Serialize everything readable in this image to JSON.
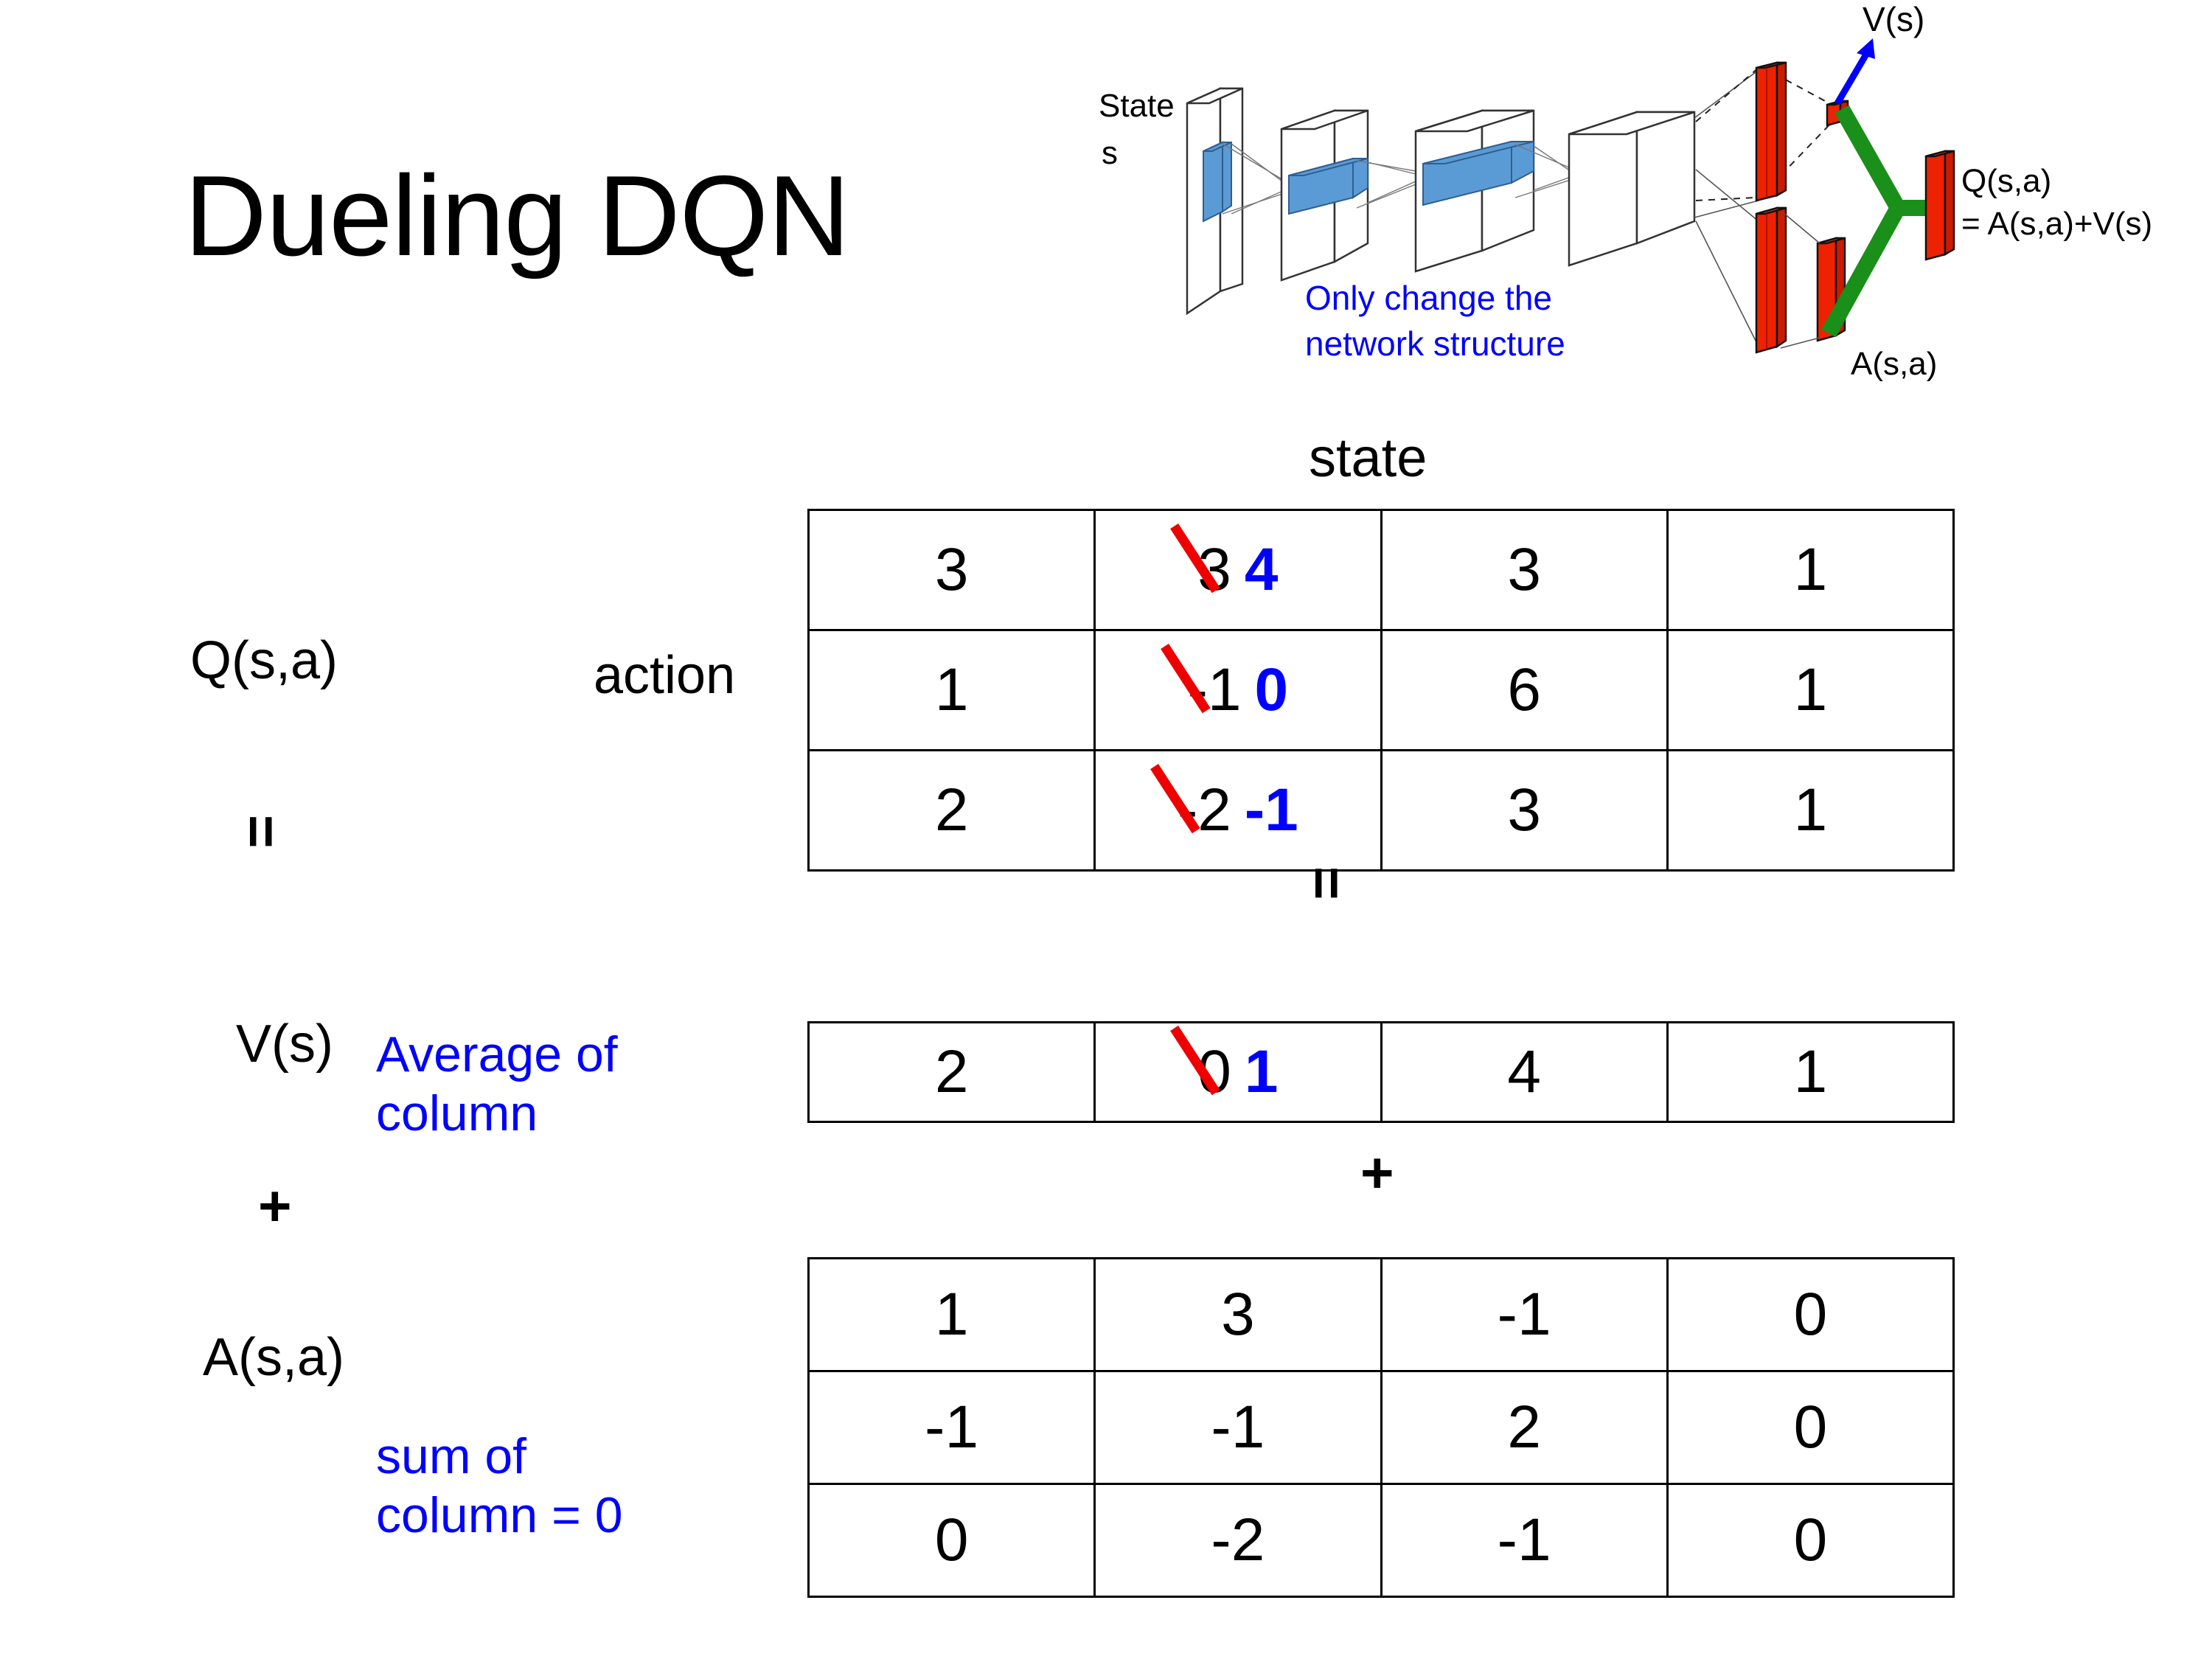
{
  "title": "Dueling DQN",
  "diagram": {
    "input_label_line1": "State",
    "input_label_line2": "s",
    "note": "Only change the\nnetwork structure",
    "note_line1": "Only change the",
    "note_line2": "network structure",
    "value_label": "V(s)",
    "advantage_label": "A(s,a)",
    "output_label_line1": "Q(s,a)",
    "output_label_line2": "= A(s,a)+V(s)",
    "colors": {
      "note": "#0000ff",
      "arrow": "#0000ff",
      "bars": "#ee2200",
      "merge": "#1a8f1a",
      "filters": "#5b9bd5"
    }
  },
  "axes": {
    "state_label": "state",
    "action_label": "action"
  },
  "labels": {
    "q": "Q(s,a)",
    "v": "V(s)",
    "a": "A(s,a)",
    "equals_left": "=",
    "plus_left": "+",
    "equals_middle": "=",
    "plus_middle": "+"
  },
  "notes": {
    "average_line1": "Average of",
    "average_line2": "column",
    "sum_line1": "sum of",
    "sum_line2": "column = 0",
    "color": "#0000ff"
  },
  "chart_data": {
    "type": "table",
    "title": "Dueling DQN value decomposition",
    "xlabel": "state",
    "ylabel": "action",
    "edit_color": "#0000ff",
    "strike_color": "#ee0000",
    "tables": [
      {
        "name": "Q(s,a)",
        "rows": 3,
        "cols": 4,
        "values": [
          [
            "3",
            "3",
            "3",
            "1"
          ],
          [
            "1",
            "-1",
            "6",
            "1"
          ],
          [
            "2",
            "-2",
            "3",
            "1"
          ]
        ],
        "edits": [
          {
            "row": 0,
            "col": 1,
            "old": "3",
            "new": "4"
          },
          {
            "row": 1,
            "col": 1,
            "old": "-1",
            "new": "0"
          },
          {
            "row": 2,
            "col": 1,
            "old": "-2",
            "new": "-1"
          }
        ]
      },
      {
        "name": "V(s)",
        "rows": 1,
        "cols": 4,
        "values": [
          [
            "2",
            "0",
            "4",
            "1"
          ]
        ],
        "edits": [
          {
            "row": 0,
            "col": 1,
            "old": "0",
            "new": "1"
          }
        ]
      },
      {
        "name": "A(s,a)",
        "rows": 3,
        "cols": 4,
        "values": [
          [
            "1",
            "3",
            "-1",
            "0"
          ],
          [
            "-1",
            "-1",
            "2",
            "0"
          ],
          [
            "0",
            "-2",
            "-1",
            "0"
          ]
        ],
        "edits": []
      }
    ]
  }
}
